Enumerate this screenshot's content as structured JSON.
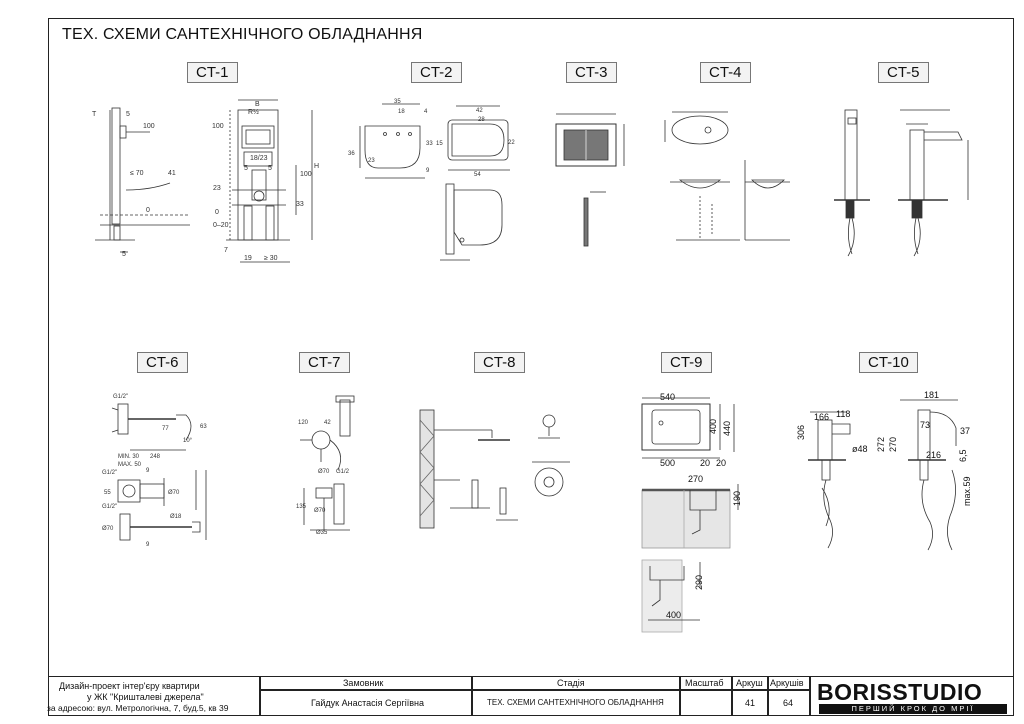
{
  "sheet": {
    "title": "ТЕХ. СХЕМИ САНТЕХНІЧНОГО ОБЛАДНАННЯ"
  },
  "schemes": [
    {
      "id": "CT-1"
    },
    {
      "id": "CT-2"
    },
    {
      "id": "CT-3"
    },
    {
      "id": "CT-4"
    },
    {
      "id": "CT-5"
    },
    {
      "id": "CT-6"
    },
    {
      "id": "CT-7"
    },
    {
      "id": "CT-8"
    },
    {
      "id": "CT-9"
    },
    {
      "id": "CT-10"
    }
  ],
  "dimensions": {
    "ct1": [
      "T",
      "5",
      "100",
      "≤ 70",
      "41",
      "0",
      "5",
      "B",
      "R½",
      "100",
      "18/23",
      "5",
      "5",
      "H",
      "100",
      "33",
      "23",
      "0",
      "0–20",
      "7",
      "19",
      "≥ 30"
    ],
    "ct2": [
      "35",
      "18",
      "4",
      "42",
      "28",
      "33",
      "36",
      "23",
      "15",
      "22",
      "9",
      "54"
    ],
    "ct9": [
      "540",
      "400",
      "440",
      "500",
      "20",
      "20",
      "270",
      "190",
      "290",
      "400"
    ],
    "ct10": [
      "181",
      "166",
      "118",
      "73",
      "37",
      "306",
      "272",
      "270",
      "216",
      "6,5",
      "ø48",
      "max.59"
    ],
    "ct6": [
      "G1/2\"",
      "77",
      "63",
      "10°",
      "248",
      "MIN. 30",
      "MAX. 50",
      "G1/2\"",
      "9",
      "55",
      "Ø70",
      "G1/2\"",
      "Ø18",
      "9",
      "Ø70"
    ],
    "ct7": [
      "120",
      "42",
      "Ø70",
      "G1/2",
      "135",
      "Ø70",
      "Ø35"
    ]
  },
  "title_block": {
    "project_line1": "Дизайн-проект інтер'єру квартири",
    "project_line2": "у ЖК \"Кришталеві джерела\"",
    "project_line3": "за адресою: вул. Метрологічна, 7, буд.5, кв 39",
    "client_header": "Замовник",
    "client_name": "Гайдук Анастасія Сергіївна",
    "stage_header": "Стадія",
    "stage_value": "ТЕХ. СХЕМИ САНТЕХНІЧНОГО ОБЛАДНАННЯ",
    "scale_header": "Масштаб",
    "sheet_header": "Аркуш",
    "sheet_value": "41",
    "sheets_header": "Аркушів",
    "sheets_value": "64",
    "logo": "BORISSTUDIO",
    "tagline": "ПЕРШИЙ КРОК ДО МРІЇ"
  }
}
